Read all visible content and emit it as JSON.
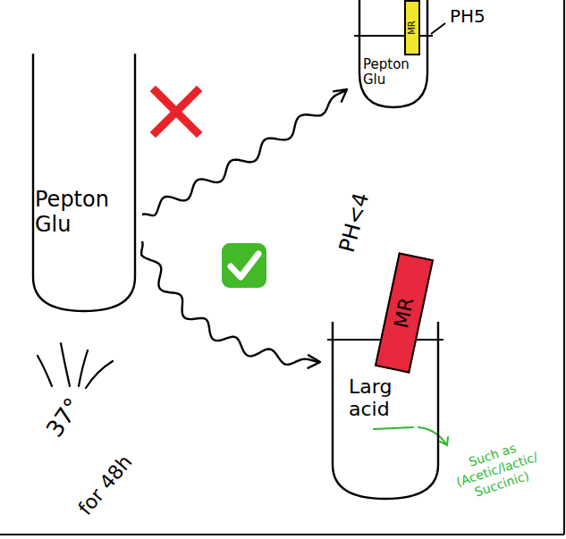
{
  "diagram": {
    "nodes": [
      {
        "text": [
          "Pepton Glu"
        ]
      },
      {
        "text": [
          "Pepton Glu"
        ]
      },
      {
        "text": [
          "Larg acid"
        ]
      },
      {
        "text": [
          "MR"
        ]
      },
      {
        "text": [
          "MR"
        ]
      }
    ],
    "edges": [
      {
        "from": 0,
        "to": 1,
        "arrow": "to"
      },
      {
        "from": 0,
        "to": 2,
        "arrow": "to"
      }
    ],
    "labels": [
      "PH5",
      "PH<4",
      "37°",
      "for 48h",
      "Such as (Acetic/lactic/ Succinic)"
    ]
  }
}
